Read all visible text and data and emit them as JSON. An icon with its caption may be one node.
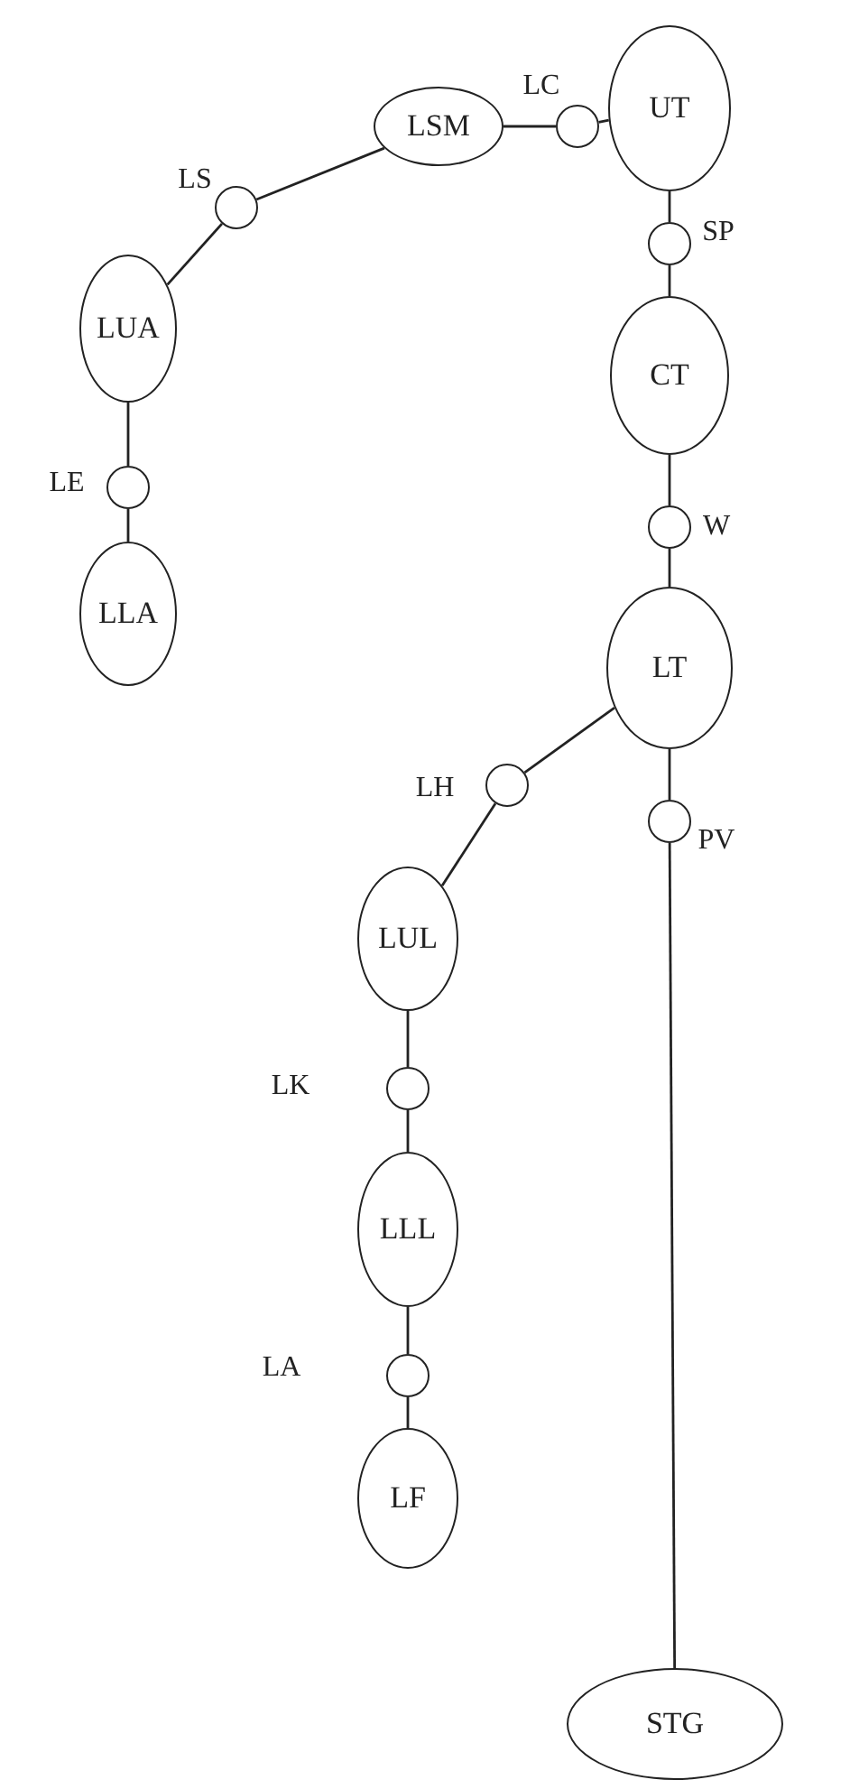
{
  "diagram": {
    "nodes": [
      {
        "text": [
          "LSM"
        ]
      },
      {
        "text": [],
        "shape": "circle",
        "beside": [
          "LC"
        ]
      },
      {
        "text": [
          "UT"
        ]
      },
      {
        "text": [],
        "shape": "circle",
        "beside": [
          "LS"
        ]
      },
      {
        "text": [
          "LUA"
        ]
      },
      {
        "text": [],
        "shape": "circle",
        "beside": [
          "SP"
        ]
      },
      {
        "text": [],
        "shape": "circle",
        "beside": [
          "LE"
        ]
      },
      {
        "text": [
          "CT"
        ]
      },
      {
        "text": [
          "LLA"
        ]
      },
      {
        "text": [],
        "shape": "circle",
        "beside": [
          "W"
        ]
      },
      {
        "text": [
          "LT"
        ]
      },
      {
        "text": [],
        "shape": "circle",
        "beside": [
          "LH"
        ]
      },
      {
        "text": [],
        "shape": "circle",
        "beside": [
          "PV"
        ]
      },
      {
        "text": [
          "LUL"
        ]
      },
      {
        "text": [],
        "shape": "circle",
        "beside": [
          "LK"
        ]
      },
      {
        "text": [
          "LLL"
        ]
      },
      {
        "text": [],
        "shape": "circle",
        "beside": [
          "LA"
        ]
      },
      {
        "text": [
          "LF"
        ]
      },
      {
        "text": [
          "STG"
        ]
      }
    ],
    "edges": [
      {
        "from": 0,
        "to": 1,
        "arrow": "none"
      },
      {
        "from": 1,
        "to": 2,
        "arrow": "none"
      },
      {
        "from": 2,
        "to": 5,
        "arrow": "none"
      },
      {
        "from": 5,
        "to": 7,
        "arrow": "none"
      },
      {
        "from": 7,
        "to": 9,
        "arrow": "none"
      },
      {
        "from": 9,
        "to": 10,
        "arrow": "none"
      },
      {
        "from": 10,
        "to": 12,
        "arrow": "none"
      },
      {
        "from": 12,
        "to": 18,
        "arrow": "none"
      },
      {
        "from": 0,
        "to": 3,
        "arrow": "none"
      },
      {
        "from": 3,
        "to": 4,
        "arrow": "none"
      },
      {
        "from": 4,
        "to": 6,
        "arrow": "none"
      },
      {
        "from": 6,
        "to": 8,
        "arrow": "none"
      },
      {
        "from": 10,
        "to": 11,
        "arrow": "none"
      },
      {
        "from": 11,
        "to": 13,
        "arrow": "none"
      },
      {
        "from": 13,
        "to": 14,
        "arrow": "none"
      },
      {
        "from": 14,
        "to": 15,
        "arrow": "none"
      },
      {
        "from": 15,
        "to": 16,
        "arrow": "none"
      },
      {
        "from": 16,
        "to": 17,
        "arrow": "none"
      }
    ]
  }
}
